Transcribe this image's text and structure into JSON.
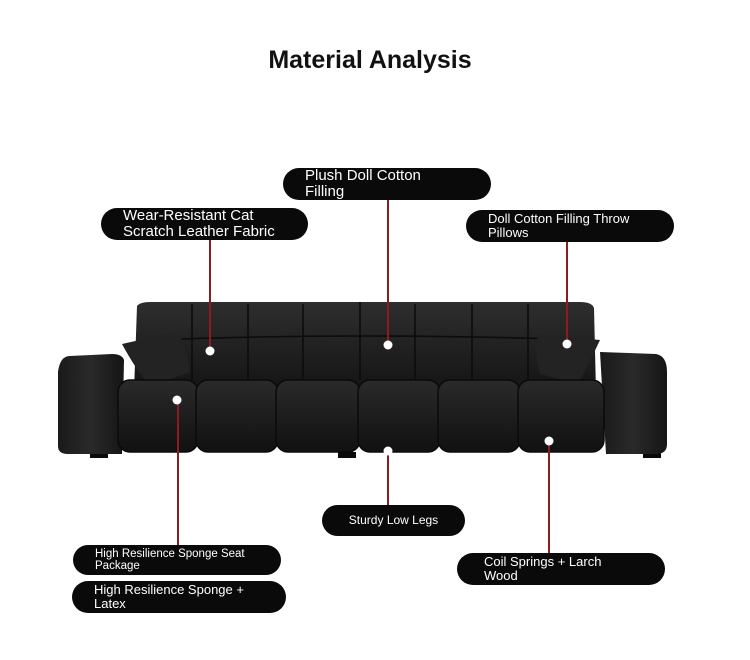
{
  "title": "Material Analysis",
  "colors": {
    "label_bg": "#0a0a0a",
    "label_text": "#ffffff",
    "leader_line": "#8b1c22",
    "sofa": "#1c1c1c"
  },
  "labels": {
    "plush": [
      "Plush Doll Cotton",
      "Filling"
    ],
    "wear": [
      "Wear-Resistant Cat",
      "Scratch Leather Fabric"
    ],
    "throw": [
      "Doll Cotton Filling Throw",
      "Pillows"
    ],
    "legs": [
      "Sturdy Low Legs"
    ],
    "seat": [
      "High Resilience Sponge Seat",
      "Package"
    ],
    "latex": [
      "High Resilience Sponge +",
      "Latex"
    ],
    "coil": [
      "Coil Springs + Larch",
      "Wood"
    ]
  }
}
